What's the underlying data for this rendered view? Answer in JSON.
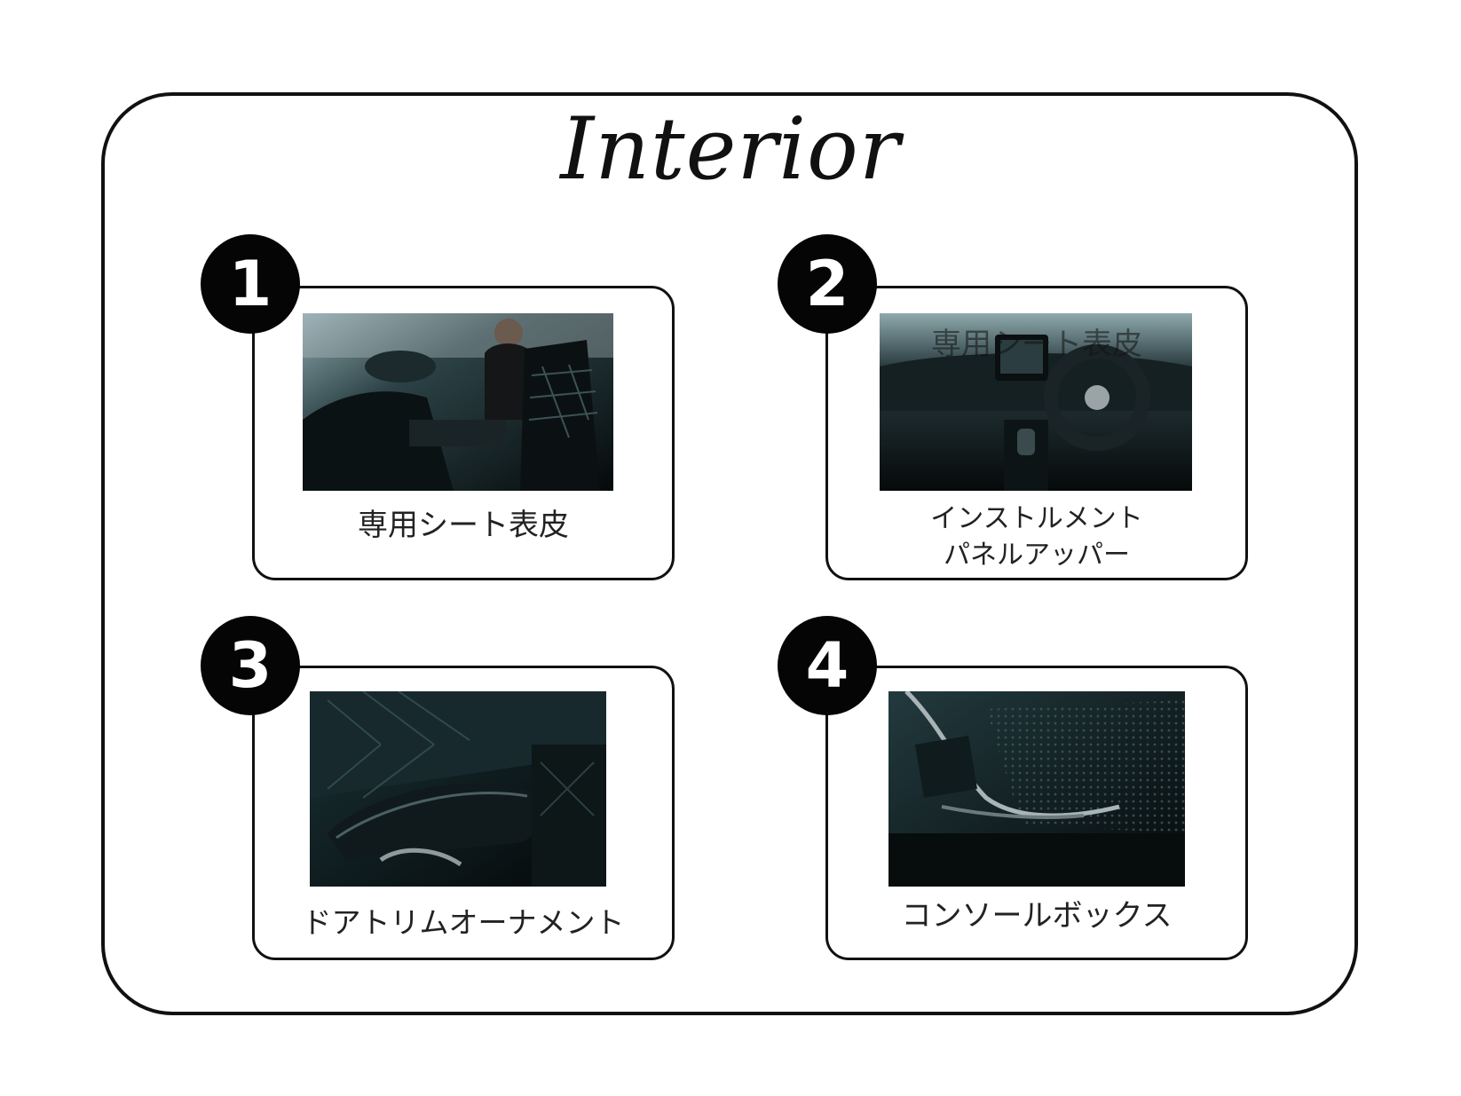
{
  "title": "Interior",
  "items": [
    {
      "number": "1",
      "label": "専用シート表皮"
    },
    {
      "number": "2",
      "label": "インストルメント\nパネルアッパー",
      "overlay_text": "専用シート表皮"
    },
    {
      "number": "3",
      "label": "ドアトリムオーナメント"
    },
    {
      "number": "4",
      "label": "コンソールボックス"
    }
  ],
  "colors": {
    "ink": "#111111",
    "badge": "#050505",
    "photo_tint": "#0f2226"
  }
}
